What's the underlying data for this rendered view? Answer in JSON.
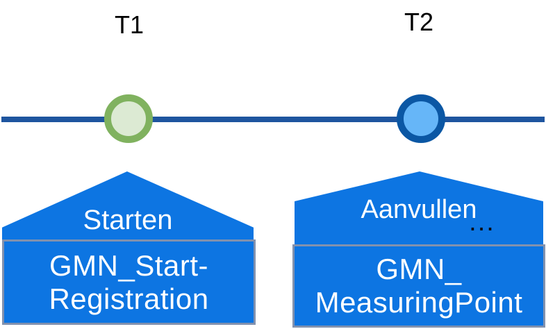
{
  "page": {
    "background": "#ffffff"
  },
  "timeline": {
    "line_color": "#1e559f",
    "points": [
      {
        "label": "T1",
        "ring_color": "#80b25f",
        "fill_color": "#dcead3"
      },
      {
        "label": "T2",
        "ring_color": "#0b57a4",
        "fill_color": "#66b6f8"
      }
    ]
  },
  "events": [
    {
      "action": "Starten",
      "module_lines": [
        "GMN_Start-",
        "Registration"
      ]
    },
    {
      "action": "Aanvullen",
      "truncation": "...",
      "module_lines": [
        "GMN_",
        "MeasuringPoint"
      ]
    }
  ],
  "colors": {
    "banner_blue": "#0d75e2",
    "box_border_gray": "#8191ae",
    "timeline_blue": "#1e559f",
    "t1_ring_green": "#80b25f",
    "t1_fill_green": "#dcead3",
    "t2_ring_blue": "#0b57a4",
    "t2_fill_blue": "#66b6f8",
    "label_text": "#000000",
    "banner_text": "#ffffff"
  }
}
